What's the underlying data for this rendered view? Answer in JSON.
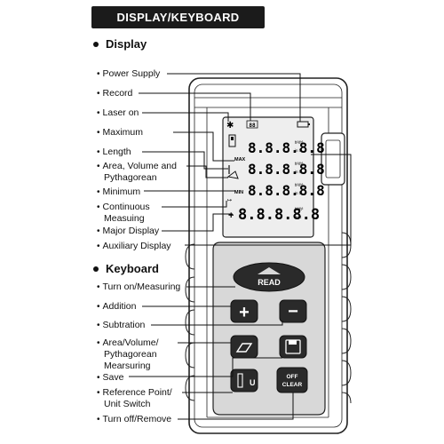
{
  "header": {
    "title": "DISPLAY/KEYBOARD"
  },
  "sections": {
    "display": "Display",
    "keyboard": "Keyboard"
  },
  "display_labels": [
    "Power Supply",
    "Record",
    "Laser on",
    "Maximum",
    "Length",
    "Area, Volume and",
    "Pythagorean",
    "Minimum",
    "Continuous",
    "Measuing",
    "Major Display",
    "Auxiliary Display"
  ],
  "keyboard_labels": [
    "Turn on/Measuring",
    "Addition",
    "Subtration",
    "Area/Volume/",
    "Pythagorean",
    "Mearsuring",
    "Save",
    "Reference Point/",
    "Unit Switch",
    "Turn off/Remove"
  ],
  "lcd": {
    "digits": "8.8.8.8.8",
    "max": "MAX",
    "min": "MIN",
    "units_top": "ft²/ft³",
    "units_bottom": "in ft",
    "record": "88"
  },
  "keys": {
    "read": "READ",
    "plus": "+",
    "minus": "−",
    "off_clear_1": "OFF",
    "off_clear_2": "CLEAR",
    "unit": "U"
  }
}
